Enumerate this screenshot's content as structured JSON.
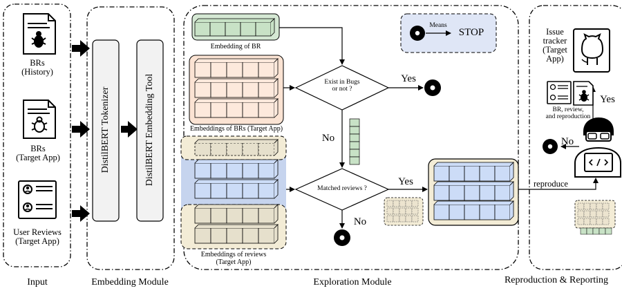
{
  "sections": {
    "input": "Input",
    "embedding": "Embedding Module",
    "exploration": "Exploration Module",
    "reproduction": "Reproduction & Reporting"
  },
  "inputs": {
    "brs_history": [
      "BRs",
      "(History)"
    ],
    "brs_target": [
      "BRs",
      "(Target App)"
    ],
    "user_reviews": [
      "User Reviews",
      "(Target App)"
    ]
  },
  "embedding": {
    "tokenizer": "DistilBERT Tokenizer",
    "tool": "DistilBERT Embedding Tool"
  },
  "legend": {
    "means": "Means",
    "stop": "STOP"
  },
  "exploration": {
    "embedding_br": "Embedding of BR",
    "embeddings_brs": "Embeddings of BRs (Target App)",
    "embeddings_reviews": [
      "Embeddings of reviews",
      "(Target App)"
    ],
    "decision1": [
      "Exist in Bugs",
      "or not ?"
    ],
    "decision2": "Matched reviews ?",
    "yes": "Yes",
    "no": "No"
  },
  "reproduction": {
    "tracker": [
      "Issue",
      "tracker",
      "(Target",
      "App)"
    ],
    "bundle": [
      "BR, review,",
      "and reproduction"
    ],
    "yes": "Yes",
    "no": "No",
    "reproduce": "reproduce"
  },
  "colors": {
    "green": "#d5e8d4",
    "orange": "#fbe3d3",
    "blue": "#c6d4ee",
    "tan": "#f3ecd6",
    "legend_bg": "#dfe6f6",
    "cell": "#ccdcf7"
  }
}
